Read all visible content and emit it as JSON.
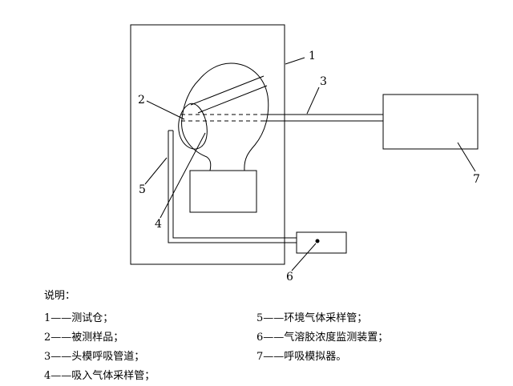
{
  "figure": {
    "labels": {
      "n1": "1",
      "n2": "2",
      "n3": "3",
      "n4": "4",
      "n5": "5",
      "n6": "6",
      "n7": "7"
    }
  },
  "legend": {
    "title": "说明：",
    "left": [
      "1——测试仓；",
      "2——被测样品；",
      "3——头模呼吸管道；",
      "4——吸入气体采样管；"
    ],
    "right": [
      "5——环境气体采样管；",
      "6——气溶胶浓度监测装置；",
      "7——呼吸模拟器。"
    ]
  },
  "colors": {
    "line": "#000000",
    "background": "#ffffff"
  }
}
